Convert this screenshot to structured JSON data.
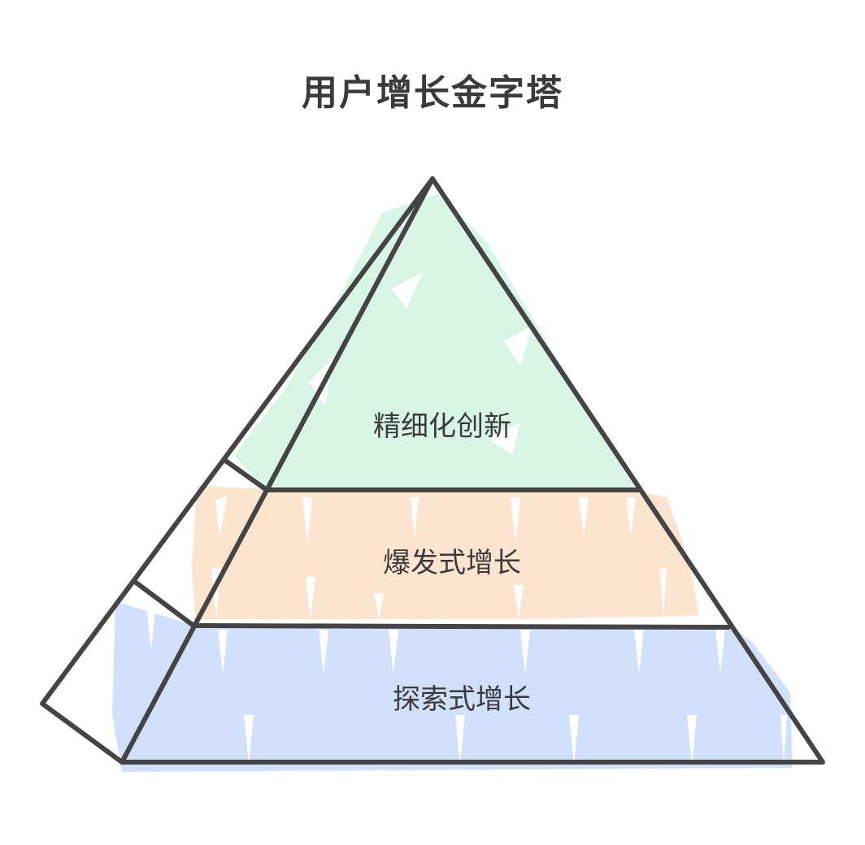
{
  "title": "用户增长金字塔",
  "layers": [
    {
      "label": "精细化创新",
      "color": "#d5f5e5"
    },
    {
      "label": "爆发式增长",
      "color": "#fce3cc"
    },
    {
      "label": "探索式增长",
      "color": "#cfdffb"
    }
  ],
  "colors": {
    "outline": "#444444",
    "text": "#3a3a3a"
  }
}
